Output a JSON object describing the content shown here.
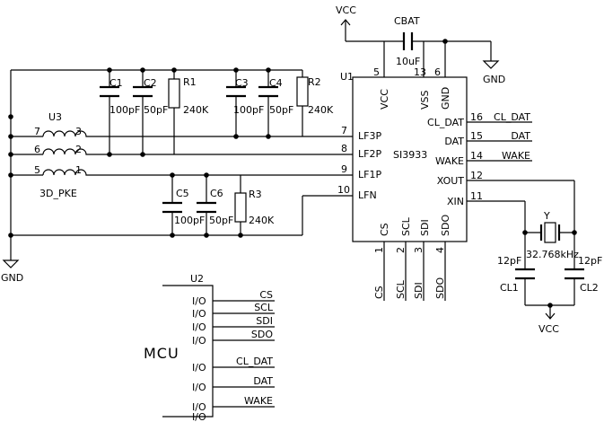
{
  "power": {
    "vcc_top": "VCC",
    "vcc_bottom": "VCC",
    "gnd_left": "GND",
    "gnd_right": "GND"
  },
  "cbat": {
    "name": "CBAT",
    "value": "10uF"
  },
  "u1": {
    "ref": "U1",
    "part": "SI3933",
    "pins_top": [
      {
        "num": "5",
        "label": "VCC"
      },
      {
        "num": "13",
        "label": "VSS"
      },
      {
        "num": "6",
        "label": "GND"
      }
    ],
    "pins_left": [
      {
        "num": "7",
        "label": "LF3P"
      },
      {
        "num": "8",
        "label": "LF2P"
      },
      {
        "num": "9",
        "label": "LF1P"
      },
      {
        "num": "10",
        "label": "LFN"
      }
    ],
    "pins_right": [
      {
        "num": "16",
        "label": "CL_DAT",
        "net": "CL_DAT"
      },
      {
        "num": "15",
        "label": "DAT",
        "net": "DAT"
      },
      {
        "num": "14",
        "label": "WAKE",
        "net": "WAKE"
      },
      {
        "num": "12",
        "label": "XOUT",
        "net": ""
      },
      {
        "num": "11",
        "label": "XIN",
        "net": ""
      }
    ],
    "pins_bottom": [
      {
        "num": "1",
        "label": "CS",
        "net": "CS"
      },
      {
        "num": "2",
        "label": "SCL",
        "net": "SCL"
      },
      {
        "num": "3",
        "label": "SDI",
        "net": "SDI"
      },
      {
        "num": "4",
        "label": "SDO",
        "net": "SDO"
      }
    ]
  },
  "u3": {
    "ref": "U3",
    "part": "3D_PKE",
    "coils": [
      {
        "left": "7",
        "right": "3"
      },
      {
        "left": "6",
        "right": "2"
      },
      {
        "left": "5",
        "right": "1"
      }
    ]
  },
  "caps": {
    "c1": {
      "name": "C1",
      "value": "100pF"
    },
    "c2": {
      "name": "C2",
      "value": "50pF"
    },
    "c3": {
      "name": "C3",
      "value": "100pF"
    },
    "c4": {
      "name": "C4",
      "value": "50pF"
    },
    "c5": {
      "name": "C5",
      "value": "100pF"
    },
    "c6": {
      "name": "C6",
      "value": "50pF"
    },
    "cl1": {
      "name": "CL1",
      "value": "12pF"
    },
    "cl2": {
      "name": "CL2",
      "value": "12pF"
    }
  },
  "resistors": {
    "r1": {
      "name": "R1",
      "value": "240K"
    },
    "r2": {
      "name": "R2",
      "value": "240K"
    },
    "r3": {
      "name": "R3",
      "value": "240K"
    }
  },
  "crystal": {
    "name": "Y",
    "value": "32.768kHz"
  },
  "u2": {
    "ref": "U2",
    "name": "MCU",
    "pins": [
      {
        "label": "I/O",
        "net": "CS"
      },
      {
        "label": "I/O",
        "net": "SCL"
      },
      {
        "label": "I/O",
        "net": "SDI"
      },
      {
        "label": "I/O",
        "net": "SDO"
      },
      {
        "label": "I/O",
        "net": "CL_DAT"
      },
      {
        "label": "I/O",
        "net": "DAT"
      },
      {
        "label": "I/O",
        "net": "WAKE"
      },
      {
        "label": "I/O",
        "net": ""
      }
    ]
  }
}
